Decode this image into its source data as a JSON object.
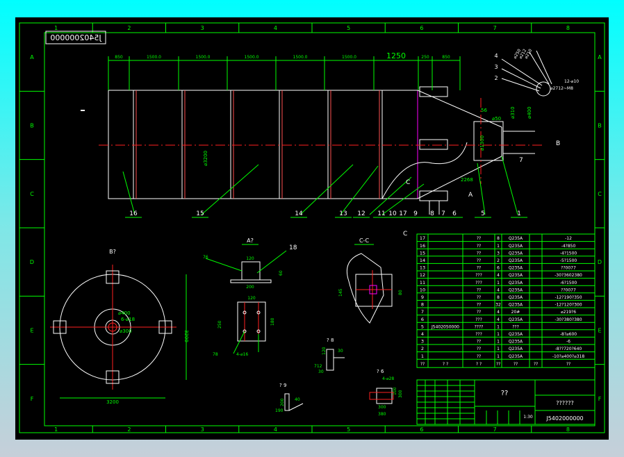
{
  "drawing": {
    "mirrored_code": "J5402000000",
    "title_block": {
      "name": "??",
      "company": "??????",
      "code": "J5402000000",
      "scale": "1:30"
    },
    "colors": {
      "background": "#000000",
      "frame": "#00ff00",
      "outline": "#ffffff",
      "centerline": "#ff2020",
      "dimension": "#00ff00",
      "accent": "#ff00ff",
      "outer": "#00ffff"
    },
    "grid": {
      "columns": [
        "1",
        "2",
        "3",
        "4",
        "5",
        "6",
        "7",
        "8"
      ],
      "rows": [
        "A",
        "B",
        "C",
        "D",
        "E",
        "F"
      ]
    },
    "dims_top": [
      "850",
      "1500.0",
      "1500.0",
      "1500.0",
      "1500.0",
      "1500.0",
      "1250",
      "250",
      "850"
    ],
    "dims_misc": {
      "d3200": "⌀3200",
      "d1300": "⌀1300",
      "d400": "⌀400",
      "d310": "⌀310",
      "d50": "⌀50",
      "d56": "56",
      "d2268": "2268",
      "bolt_spec": "12-⌀10",
      "bolt_spec2": "⌀2712~M8",
      "v250": "⌀250",
      "v212": "⌀212",
      "v210": "⌀210"
    },
    "balloons_side": [
      "16",
      "15",
      "14",
      "13",
      "12",
      "11",
      "10",
      "17",
      "9",
      "8",
      "7",
      "6",
      "5",
      "1"
    ],
    "balloons_flange": [
      "4",
      "3",
      "2"
    ],
    "section_marks": {
      "b_right": "B",
      "c_top": "C",
      "c_bottom": "C",
      "a_mark": "A",
      "seven_right": "7"
    },
    "views": {
      "view_b": {
        "label": "B?",
        "width": "3200",
        "height": "3200",
        "d400": "⌀400",
        "d300": "⌀300",
        "bolt": "6-⌀18"
      },
      "view_a": {
        "label": "A?",
        "n120": "120",
        "n200": "200",
        "n60": "60",
        "n250": "250",
        "n180": "180",
        "n76": "76",
        "n78": "78",
        "holes": "4-⌀16",
        "n18": "18"
      },
      "view_cc": {
        "label": "C-C",
        "n145": "145",
        "n80": "80"
      },
      "detail8": {
        "label": "? 8",
        "n120": "120",
        "n712": "712",
        "n30": "30",
        "n30b": "30"
      },
      "detail9": {
        "label": "? 9",
        "n200": "200",
        "n40": "40",
        "n190": "190"
      },
      "detail6": {
        "label": "? 6",
        "holes": "4-⌀28",
        "n300": "300",
        "n380": "380",
        "n100": "100",
        "n300b": "300"
      }
    },
    "bom": {
      "headers": [
        "??",
        "?  ?",
        "?  ?",
        "??",
        "??",
        "??",
        "??"
      ],
      "rows": [
        {
          "no": "17",
          "code": "",
          "name": "??",
          "qty": "8",
          "mat": "Q235A",
          "spec": "-12"
        },
        {
          "no": "16",
          "code": "",
          "name": "??",
          "qty": "1",
          "mat": "Q235A",
          "spec": "-4?850"
        },
        {
          "no": "15",
          "code": "",
          "name": "??",
          "qty": "3",
          "mat": "Q235A",
          "spec": "-4?1500"
        },
        {
          "no": "14",
          "code": "",
          "name": "??",
          "qty": "2",
          "mat": "Q235A",
          "spec": "-5?1500"
        },
        {
          "no": "13",
          "code": "",
          "name": "??",
          "qty": "6",
          "mat": "Q235A",
          "spec": "??0077"
        },
        {
          "no": "12",
          "code": "",
          "name": "???",
          "qty": "4",
          "mat": "Q235A",
          "spec": "-30?3602380"
        },
        {
          "no": "11",
          "code": "",
          "name": "???",
          "qty": "1",
          "mat": "Q235A",
          "spec": "-6?1500"
        },
        {
          "no": "10",
          "code": "",
          "name": "??",
          "qty": "4",
          "mat": "Q235A",
          "spec": "??0077"
        },
        {
          "no": "9",
          "code": "",
          "name": "??",
          "qty": "8",
          "mat": "Q235A",
          "spec": "-12?190?350"
        },
        {
          "no": "8",
          "code": "",
          "name": "??",
          "qty": "32",
          "mat": "Q235A",
          "spec": "-12?120?300"
        },
        {
          "no": "7",
          "code": "",
          "name": "??",
          "qty": "4",
          "mat": "20#",
          "spec": "⌀219?6"
        },
        {
          "no": "6",
          "code": "",
          "name": "???",
          "qty": "4",
          "mat": "Q235A",
          "spec": "-30?380?380"
        },
        {
          "no": "5",
          "code": "J5402050000",
          "name": "????",
          "qty": "1",
          "mat": "???",
          "spec": ""
        },
        {
          "no": "4",
          "code": "",
          "name": "???",
          "qty": "1",
          "mat": "Q235A",
          "spec": "-8?⌀600"
        },
        {
          "no": "3",
          "code": "",
          "name": "??",
          "qty": "1",
          "mat": "Q235A",
          "spec": "-6"
        },
        {
          "no": "2",
          "code": "",
          "name": "??",
          "qty": "1",
          "mat": "Q235A",
          "spec": "-8??720?640"
        },
        {
          "no": "1",
          "code": "",
          "name": "??",
          "qty": "1",
          "mat": "Q235A",
          "spec": "-10?⌀400?⌀318"
        }
      ]
    }
  }
}
